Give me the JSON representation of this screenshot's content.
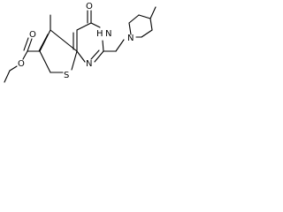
{
  "structure": {
    "atom_labels": {
      "oxygen_carbonyl_top": "O",
      "nitrogen_nh": "N",
      "hydrogen_nh": "H",
      "nitrogen_ring_lower": "N",
      "nitrogen_piperidine": "N",
      "sulfur": "S",
      "oxygen_ester_carbonyl": "O",
      "oxygen_ester_ether": "O"
    }
  }
}
